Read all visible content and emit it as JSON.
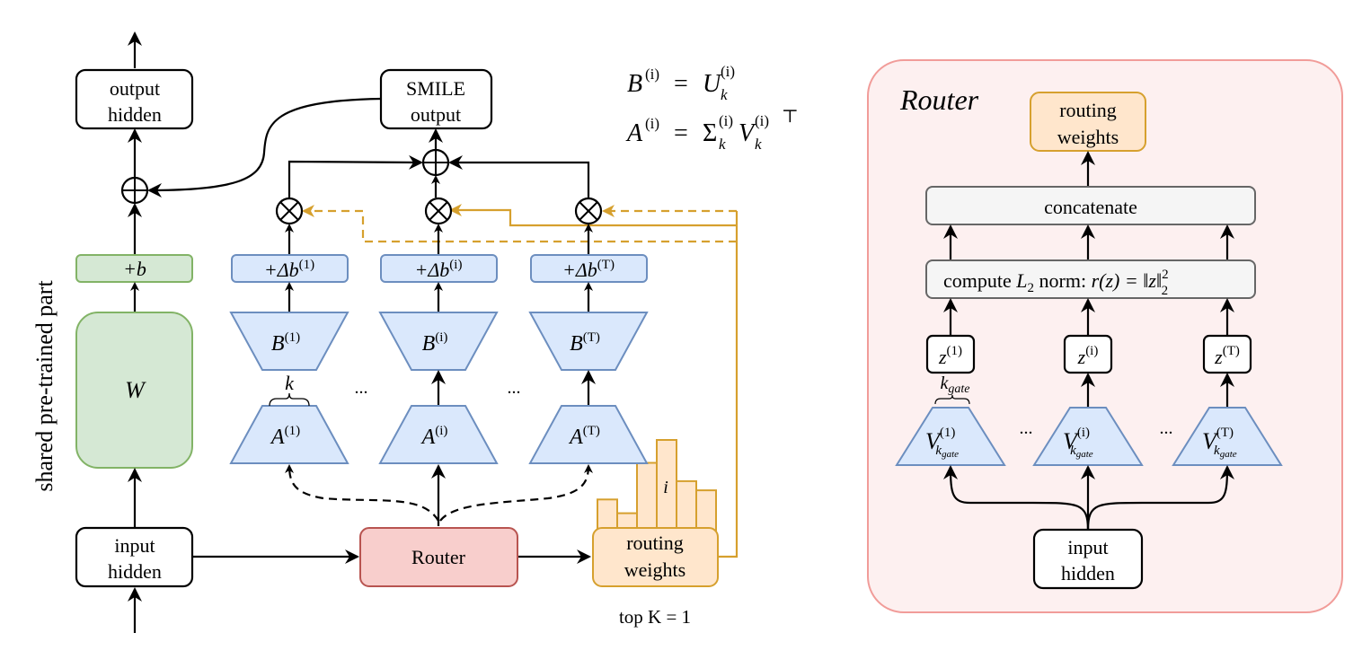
{
  "left_panel": {
    "side_label": "shared pre-trained part",
    "output_hidden": [
      "output",
      "hidden"
    ],
    "input_hidden": [
      "input",
      "hidden"
    ],
    "bias_box": "+b",
    "weight_box": "W",
    "smile_output": [
      "SMILE",
      "output"
    ],
    "experts": [
      {
        "delta": "+Δb",
        "delta_sup": "(1)",
        "B": "B",
        "B_sup": "(1)",
        "A": "A",
        "A_sup": "(1)"
      },
      {
        "delta": "+Δb",
        "delta_sup": "(i)",
        "B": "B",
        "B_sup": "(i)",
        "A": "A",
        "A_sup": "(i)"
      },
      {
        "delta": "+Δb",
        "delta_sup": "(T)",
        "B": "B",
        "B_sup": "(T)",
        "A": "A",
        "A_sup": "(T)"
      }
    ],
    "rank_label": "k",
    "ellipsis": "...",
    "router": "Router",
    "routing_weights": [
      "routing",
      "weights"
    ],
    "selected_bar_label": "i",
    "top_k_label": "top K = 1",
    "equations": {
      "eq1_lhs": "B",
      "eq1_lhs_sup": "(i)",
      "eq1_eq": "=",
      "eq1_rhs": "U",
      "eq1_rhs_sup": "(i)",
      "eq1_rhs_sub": "k",
      "eq2_lhs": "A",
      "eq2_lhs_sup": "(i)",
      "eq2_eq": "=",
      "eq2_sigma": "Σ",
      "eq2_sigma_sup": "(i)",
      "eq2_sigma_sub": "k",
      "eq2_v": "V",
      "eq2_v_sup": "(i)",
      "eq2_v_sub": "k",
      "eq2_transpose": "⊤"
    },
    "routing_bar_heights": [
      0.35,
      0.2,
      0.75,
      1.0,
      0.55,
      0.45
    ]
  },
  "right_panel": {
    "title": "Router",
    "routing_weights": [
      "routing",
      "weights"
    ],
    "concatenate": "concatenate",
    "l2_norm": {
      "prefix": "compute ",
      "L": "L",
      "L_sub": "2",
      "mid": " norm: ",
      "expr": "r(z) = ‖z‖",
      "sup": "2",
      "sub": "2"
    },
    "z_boxes": [
      {
        "z": "z",
        "sup": "(1)"
      },
      {
        "z": "z",
        "sup": "(i)"
      },
      {
        "z": "z",
        "sup": "(T)"
      }
    ],
    "kgate_label": "k",
    "kgate_sub": "gate",
    "v_blocks": [
      {
        "v": "V",
        "sup": "(1)",
        "sub": "k",
        "subsub": "gate"
      },
      {
        "v": "V",
        "sup": "(i)",
        "sub": "k",
        "subsub": "gate"
      },
      {
        "v": "V",
        "sup": "(T)",
        "sub": "k",
        "subsub": "gate"
      }
    ],
    "ellipsis": "...",
    "input_hidden": [
      "input",
      "hidden"
    ]
  },
  "colors": {
    "green_fill": "#d5e8d4",
    "green_stroke": "#82b366",
    "blue_fill": "#dae8fc",
    "blue_stroke": "#6c8ebf",
    "red_fill": "#f8cecc",
    "red_stroke": "#b85450",
    "orange_fill": "#ffe6cc",
    "orange_stroke": "#d6a02e",
    "gray_fill": "#f5f5f5",
    "gray_stroke": "#666666",
    "router_panel_fill": "#fdf0f0",
    "router_panel_stroke": "#f19c99"
  }
}
